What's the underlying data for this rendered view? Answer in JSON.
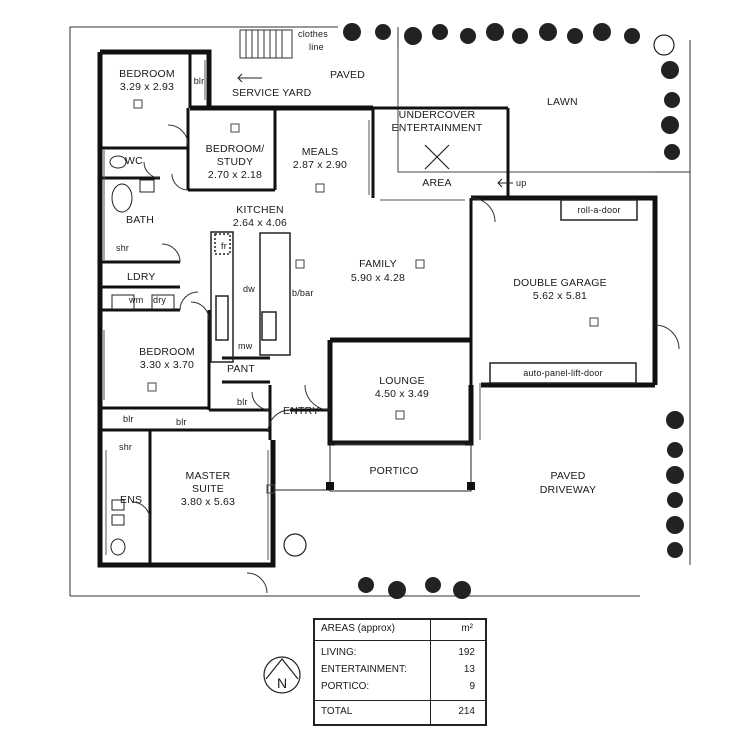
{
  "rooms": {
    "bedroom1": {
      "name": "BEDROOM",
      "size": "3.29 x 2.93"
    },
    "bedroom_study": {
      "name1": "BEDROOM/",
      "name2": "STUDY",
      "size": "2.70 x 2.18"
    },
    "meals": {
      "name": "MEALS",
      "size": "2.87 x 2.90"
    },
    "undercover": {
      "name1": "UNDERCOVER",
      "name2": "ENTERTAINMENT",
      "name3": "AREA"
    },
    "kitchen": {
      "name": "KITCHEN",
      "size": "2.64 x 4.06"
    },
    "family": {
      "name": "FAMILY",
      "size": "5.90 x 4.28"
    },
    "garage": {
      "name": "DOUBLE GARAGE",
      "size": "5.62 x 5.81"
    },
    "bedroom2": {
      "name": "BEDROOM",
      "size": "3.30 x 3.70"
    },
    "lounge": {
      "name": "LOUNGE",
      "size": "4.50 x 3.49"
    },
    "master": {
      "name1": "MASTER",
      "name2": "SUITE",
      "size": "3.80 x 5.63"
    }
  },
  "labels": {
    "wc": "WC",
    "bath": "BATH",
    "shr": "shr",
    "ldry": "LDRY",
    "wm": "wm",
    "dry": "dry",
    "blr": "blr",
    "fr": "fr",
    "dw": "dw",
    "bbar": "b/bar",
    "mw": "mw",
    "pant": "PANT",
    "entry": "ENTRY",
    "ens": "ENS",
    "portico": "PORTICO",
    "paved_top": "PAVED",
    "service_yard": "SERVICE YARD",
    "clothes": "clothes",
    "line": "line",
    "lawn": "LAWN",
    "up": "up",
    "roll_door": "roll-a-door",
    "auto_door": "auto-panel-lift-door",
    "paved_driveway1": "PAVED",
    "paved_driveway2": "DRIVEWAY",
    "north": "N"
  },
  "areas_table": {
    "title": "AREAS (approx)",
    "unit": "m²",
    "rows": [
      {
        "label": "LIVING:",
        "value": "192"
      },
      {
        "label": "ENTERTAINMENT:",
        "value": "13"
      },
      {
        "label": "PORTICO:",
        "value": "9"
      }
    ],
    "total": {
      "label": "TOTAL",
      "value": "214"
    }
  }
}
